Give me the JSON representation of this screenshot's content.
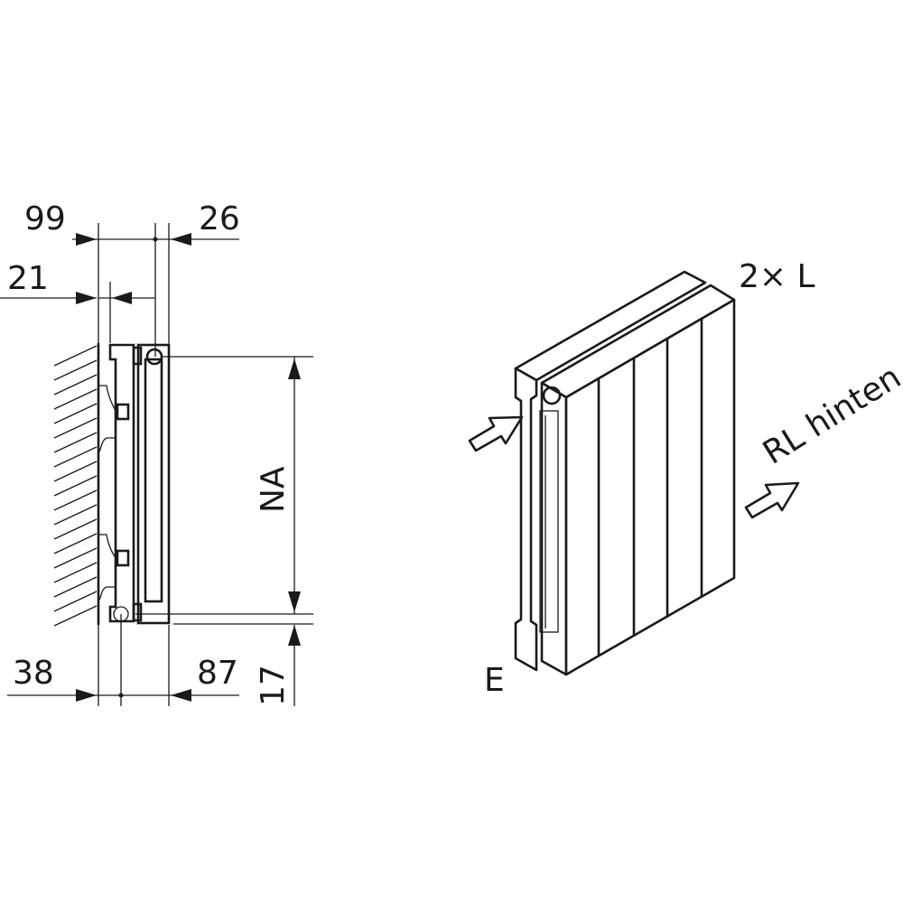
{
  "side_view": {
    "dim_99": "99",
    "dim_26": "26",
    "dim_21": "21",
    "dim_38": "38",
    "dim_87": "87",
    "dim_na": "NA",
    "dim_17": "17"
  },
  "iso_view": {
    "label_count_l": "2× L",
    "label_return": "RL hinten",
    "label_e": "E"
  },
  "colors": {
    "line": "#1a1a1a",
    "background": "#ffffff"
  }
}
